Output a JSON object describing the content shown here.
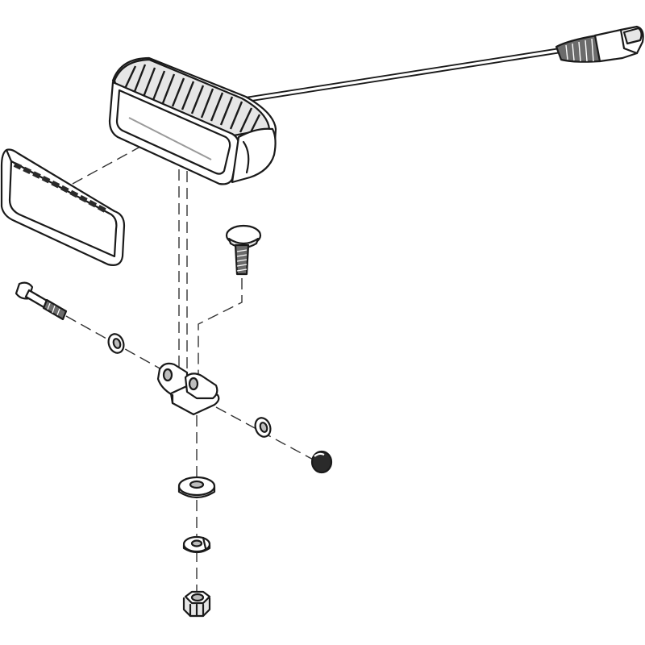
{
  "diagram": {
    "type": "exploded-assembly-drawing",
    "colors": {
      "ink": "#1a1a1a",
      "light": "#e6e6e6",
      "mid": "#bdbdbd",
      "dark": "#6b6b6b",
      "background": "#ffffff"
    },
    "parts": [
      "lamp-housing",
      "power-cable",
      "cable-connector",
      "front-lens-cover",
      "carriage-bolt",
      "long-bolt",
      "flat-washer-left",
      "mounting-bracket",
      "flat-washer-right",
      "cap-nut",
      "large-flat-washer",
      "lock-washer",
      "hex-nut"
    ]
  }
}
